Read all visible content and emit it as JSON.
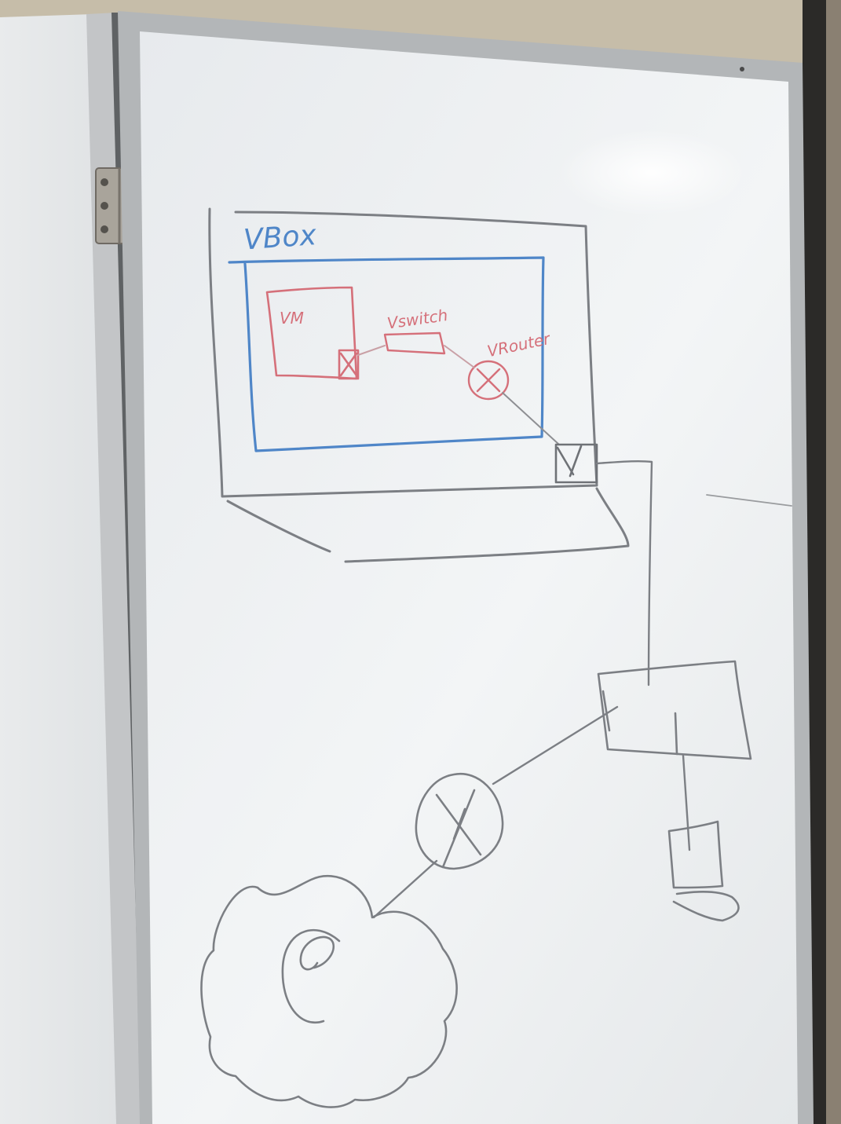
{
  "labels": {
    "vbox": "VBox",
    "vm": "VM",
    "vswitch": "Vswitch",
    "vrouter": "VRouter"
  },
  "colors": {
    "blue_marker": "#4f86c8",
    "red_marker": "#d5707a",
    "gray_marker": "#7c7f84",
    "board": "#eef0f1",
    "frame": "#b7b9bb",
    "wall": "#bfb39f"
  }
}
